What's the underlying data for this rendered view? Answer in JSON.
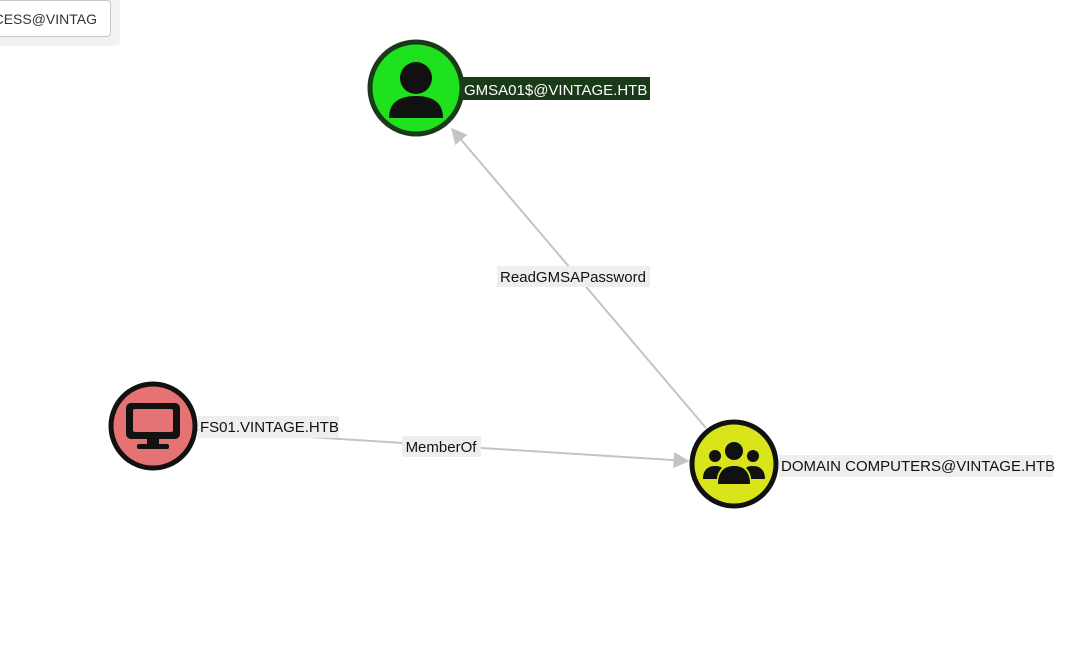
{
  "toolbar": {
    "button_label": "CESS@VINTAG"
  },
  "graph": {
    "nodes": [
      {
        "id": "gmsa",
        "label": "GMSA01$@VINTAGE.HTB",
        "type": "user",
        "icon": "user-icon",
        "fill": "#1de21d",
        "ring": "#1a3a1a",
        "label_bg": "#1a3a1a",
        "label_color": "#ffffff"
      },
      {
        "id": "fs01",
        "label": "FS01.VINTAGE.HTB",
        "type": "computer",
        "icon": "desktop-icon",
        "fill": "#e57373",
        "ring": "#111111",
        "label_bg": "#eeeeee",
        "label_color": "#111111"
      },
      {
        "id": "domcomp",
        "label": "DOMAIN COMPUTERS@VINTAGE.HTB",
        "type": "group",
        "icon": "users-icon",
        "fill": "#d9e51a",
        "ring": "#111111",
        "label_bg": "#eeeeee",
        "label_color": "#111111"
      }
    ],
    "edges": [
      {
        "from": "domcomp",
        "to": "gmsa",
        "label": "ReadGMSAPassword"
      },
      {
        "from": "fs01",
        "to": "domcomp",
        "label": "MemberOf"
      }
    ],
    "edge_color": "#c4c4c4"
  }
}
